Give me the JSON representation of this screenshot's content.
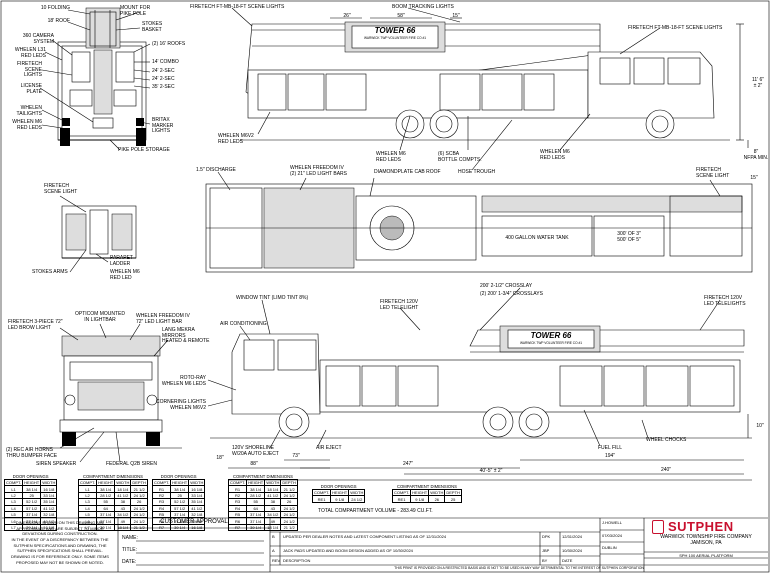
{
  "colors": {
    "brand_red": "#c8102e",
    "line": "#000000",
    "fill_gray": "#bbbbbb"
  },
  "rear_view": {
    "labels": {
      "ten_folding": "10 FOLDING",
      "eighteen_roof": "18' ROOF",
      "camera": "360 CAMERA\nSYSTEM",
      "whelen_l31": "WHELEN L31\nRED LEDS",
      "firetech_scene": "FIRETECH\nSCENE\nLIGHTS",
      "license": "LICENSE\nPLATE",
      "taillights": "WHELEN\nTAILIGHTS",
      "whelen_m6": "WHELEN M6\nRED LEDS",
      "mount_pike": "MOUNT FOR\nPIKE POLE",
      "stokes": "STOKES\nBASKET",
      "roofs16": "(2) 16' ROOFS",
      "combo14": "14' COMBO",
      "sec24a": "24' 2-SEC",
      "sec24b": "24' 2-SEC",
      "sec35": "35' 2-SEC",
      "britax": "BRITAX\nMARKER\nLIGHTS",
      "pike_storage": "PIKE POLE STORAGE"
    }
  },
  "side_view": {
    "labels": {
      "firetech_scene_top": "FIRETECH FT-MB-18-FT SCENE LIGHTS",
      "boom_tracking": "BOOM TRACKING LIGHTS",
      "firetech_scene_right": "FIRETECH FT-MB-18-FT SCENE LIGHTS",
      "whelen_m6v2": "WHELEN M6V2\nRED LEDS",
      "whelen_m6_a": "WHELEN M6\nRED LEDS",
      "scba": "(6) SCBA\nBOTTLE COMPTS.",
      "hose_trough": "HOSE TROUGH",
      "whelen_m6_b": "WHELEN M6\nRED LEDS",
      "nfpa": "8\"\nNFPA MIN.",
      "height": "11' 6\"\n± 2\"",
      "dim26": "26\"",
      "dim58": "58\"",
      "dim15": "15\""
    },
    "tower_name": "TOWER 66",
    "tower_sub": "WARWICK TWP VOLUNTEER FIRE CO #1"
  },
  "top_view": {
    "labels": {
      "discharge": "1.5\" DISCHARGE",
      "whelen_freedom": "WHELEN FREEDOM IV\n(2) 21\" LED LIGHT BARS",
      "diamondplate": "DIAMONDPLATE CAB ROOF",
      "firetech_scene": "FIRETECH\nSCENE LIGHT",
      "water_tank": "400 GALLON WATER TANK",
      "hose_loads": "300' OF 3\"\n500' OF 5\"",
      "dim15b": "15\""
    }
  },
  "front_view": {
    "labels": {
      "firetech_scene": "FIRETECH\nSCENE LIGHT",
      "stokes_arms": "STOKES ARMS",
      "parapet": "PARAPET\nLADDER",
      "whelen_m6": "WHELEN M6\nRED LED"
    }
  },
  "front_cab": {
    "labels": {
      "opticom": "OPTICOM MOUNTED\nIN LIGHTBAR",
      "firetech_brow": "FIRETECH 3-PIECE 72\"\nLED BROW LIGHT",
      "whelen_freedom": "WHELEN FREEDOM IV\n72\" LED LIGHT BAR",
      "lang": "LANG MEKRA\nMIRRORS\nHEATED & REMOTE",
      "air_horns": "(2) REC AIR HORNS\nTHRU BUMPER FACE",
      "siren": "SIREN SPEAKER",
      "federal": "FEDERAL Q2B SIREN"
    }
  },
  "officer_side": {
    "labels": {
      "window_tint": "WINDOW TINT (LIMO TINT 8%)",
      "ac": "AIR CONDITIONING",
      "crosslay_a": "200' 2-1/2\" CROSSLAY",
      "crosslay_b": "(2) 200' 1-3/4\" CROSSLAYS",
      "firetech_120": "FIRETECH 120V\nLED TELELIGHT",
      "firetech_120b": "FIRETECH 120V\nLED TELELIGHTS",
      "roto_ray": "ROTO-RAY\nWHELEN M6 LEDS",
      "cornering": "CORNERING LIGHTS\nWHELEN M6V2",
      "shoreline": "120V SHORELINE\nW/20A AUTO EJECT",
      "air_eject": "AIR EJECT",
      "fuel_fill": "FUEL FILL",
      "wheel_chocks": "WHEEL CHOCKS",
      "dim10": "10\"",
      "dim18": "18\"",
      "dim88": "88\"",
      "dim73": "73\"",
      "dim247": "247\"",
      "dim194": "194\"",
      "dim240": "240\"",
      "overall": "40'-5\" ± 2\""
    },
    "tower_name": "TOWER 66",
    "tower_sub": "WARWICK TWP VOLUNTEER FIRE CO #1"
  },
  "tables": {
    "door_openings_a": {
      "caption": "DOOR OPENINGS",
      "headers": [
        "COMPT.",
        "HEIGHT",
        "WIDTH"
      ],
      "rows": [
        [
          "L1",
          "38 1/4",
          "16 1/8"
        ],
        [
          "L2",
          "25",
          "33 1/4"
        ],
        [
          "L3",
          "52 1/2",
          "35 1/4"
        ],
        [
          "L4",
          "57 1/2",
          "41 1/2"
        ],
        [
          "L5",
          "37 1/4",
          "32 1/8"
        ],
        [
          "L6",
          "37 1/4",
          "49 1/2"
        ],
        [
          "L7",
          "39 1/4",
          "16 1/8"
        ]
      ]
    },
    "compartment_dims_a": {
      "caption": "COMPARTMENT DIMENSIONS",
      "headers": [
        "COMPT.",
        "HEIGHT",
        "WIDTH",
        "DEPTH"
      ],
      "rows": [
        [
          "L1",
          "38 1/4",
          "18 1/4",
          "21 1/2"
        ],
        [
          "L2",
          "28 1/2",
          "41 1/2",
          "24 1/2"
        ],
        [
          "L3",
          "55",
          "38",
          "26"
        ],
        [
          "L4",
          "64",
          "43",
          "24 1/2"
        ],
        [
          "L5",
          "37 1/4",
          "34 1/2",
          "24 1/2"
        ],
        [
          "L6",
          "37 1/4",
          "49",
          "24 1/2"
        ],
        [
          "L7",
          "39 1/4",
          "18 1/4",
          "21 1/2"
        ]
      ]
    },
    "door_openings_b": {
      "caption": "DOOR OPENINGS",
      "headers": [
        "COMPT.",
        "HEIGHT",
        "WIDTH"
      ],
      "rows": [
        [
          "R1",
          "38 1/4",
          "16 1/8"
        ],
        [
          "R2",
          "25",
          "33 1/4"
        ],
        [
          "R3",
          "52 1/2",
          "35 1/4"
        ],
        [
          "R4",
          "57 1/2",
          "41 1/2"
        ],
        [
          "R5",
          "37 1/4",
          "32 1/8"
        ],
        [
          "R6",
          "37 1/4",
          "49 1/2"
        ],
        [
          "R7",
          "39 1/4",
          "16 1/8"
        ]
      ]
    },
    "compartment_dims_b": {
      "caption": "COMPARTMENT DIMENSIONS",
      "headers": [
        "COMPT.",
        "HEIGHT",
        "WIDTH",
        "DEPTH"
      ],
      "rows": [
        [
          "R1",
          "38 1/4",
          "18 1/4",
          "21 1/2"
        ],
        [
          "R2",
          "28 1/2",
          "41 1/2",
          "24 1/2"
        ],
        [
          "R3",
          "55",
          "38",
          "26"
        ],
        [
          "R4",
          "64",
          "43",
          "24 1/2"
        ],
        [
          "R5",
          "37 1/4",
          "34 1/2",
          "24 1/2"
        ],
        [
          "R6",
          "37 1/4",
          "49",
          "24 1/2"
        ],
        [
          "R7",
          "39 1/4",
          "18 1/4",
          "21 1/2"
        ]
      ]
    },
    "door_openings_c": {
      "caption": "DOOR OPENINGS",
      "headers": [
        "COMPT.",
        "HEIGHT",
        "WIDTH"
      ],
      "rows": [
        [
          "RE1",
          "9 1/8",
          "24 1/2"
        ]
      ]
    },
    "compartment_dims_c": {
      "caption": "COMPARTMENT DIMENSIONS",
      "headers": [
        "COMPT.",
        "HEIGHT",
        "WIDTH",
        "DEPTH"
      ],
      "rows": [
        [
          "RE1",
          "9 1/8",
          "26",
          "25"
        ]
      ]
    },
    "total_volume": "TOTAL COMPARTMENT VOLUME - 283.49 CU.FT."
  },
  "notes": {
    "note1": "DIMENSIONS SHOWN ON THIS DRAWING ARE APPROXIMATE AND ARE SUBJECT TO MINOR DEVIATIONS DURING CONSTRUCTION.",
    "note2": "IN THE EVENT OF A DISCREPANCY BETWEEN THE SUTPHEN SPECIFICATIONS AND DRAWING, THE SUTPHEN SPECIFICATIONS SHALL PREVAIL.",
    "note3": "DRAWING IS FOR REFERENCE ONLY. SOME ITEMS PROPOSED MAY NOT BE SHOWN OR NOTED."
  },
  "approval": {
    "title": "CUSTOMER APPROVAL",
    "name": "NAME:",
    "title_field": "TITLE:",
    "date": "DATE:"
  },
  "revisions": [
    {
      "rev": "B",
      "desc": "UPDATED PER DEALER NOTES AND LATEST COMPONENT LISTING AS OF 12/31/2024",
      "by": "DPK",
      "date": "12/31/2024"
    },
    {
      "rev": "A",
      "desc": "JACK PADS UPDATED AND BOOM DESIGN ADDED AS OF 10/30/2024",
      "by": "JBP",
      "date": "10/30/2024"
    },
    {
      "rev": "REV",
      "desc": "DESCRIPTION",
      "by": "BY",
      "date": "DATE"
    }
  ],
  "title_block": {
    "brand": "SUTPHEN",
    "customer": "WARWICK TOWNSHIP FIRE COMPANY",
    "location": "JAMISON, PA",
    "model": "SPH 100 AERIAL PLATFORM",
    "drawn_by": "J.HOWELL",
    "date": "07/03/2024",
    "scale": "DUBLIN",
    "footer": "THIS PRINT IS PROVIDED ON A RESTRICTED BASIS AND IS NOT TO BE USED IN ANY WAY DETRIMENTAL TO THE INTEREST OF SUTPHEN CORPORATION"
  }
}
